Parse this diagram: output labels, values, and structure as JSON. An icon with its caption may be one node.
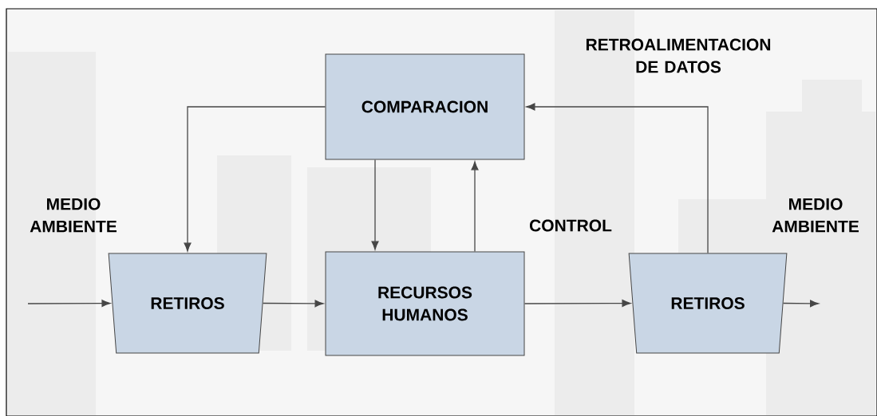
{
  "diagram": {
    "nodes": [
      {
        "text": [
          "COMPARACION"
        ]
      },
      {
        "text": [
          "RETIROS"
        ]
      },
      {
        "text": [
          "RECURSOS HUMANOS"
        ]
      },
      {
        "text": [
          "RETIROS"
        ]
      }
    ],
    "edges": [
      {
        "from": null,
        "to": 1,
        "arrow": "to"
      },
      {
        "from": 1,
        "to": 2,
        "arrow": "to"
      },
      {
        "from": 2,
        "to": 3,
        "arrow": "to"
      },
      {
        "from": 3,
        "to": null,
        "arrow": "to"
      },
      {
        "from": 0,
        "to": 1,
        "arrow": "to"
      },
      {
        "from": 0,
        "to": 2,
        "arrow": "to"
      },
      {
        "from": 2,
        "to": 0,
        "arrow": "to"
      },
      {
        "from": 3,
        "to": 0,
        "arrow": "to"
      }
    ],
    "labels": [
      "MEDIO AMBIENTE",
      "RETROALIMENTACION DE DATOS",
      "CONTROL",
      "MEDIO AMBIENTE"
    ]
  }
}
